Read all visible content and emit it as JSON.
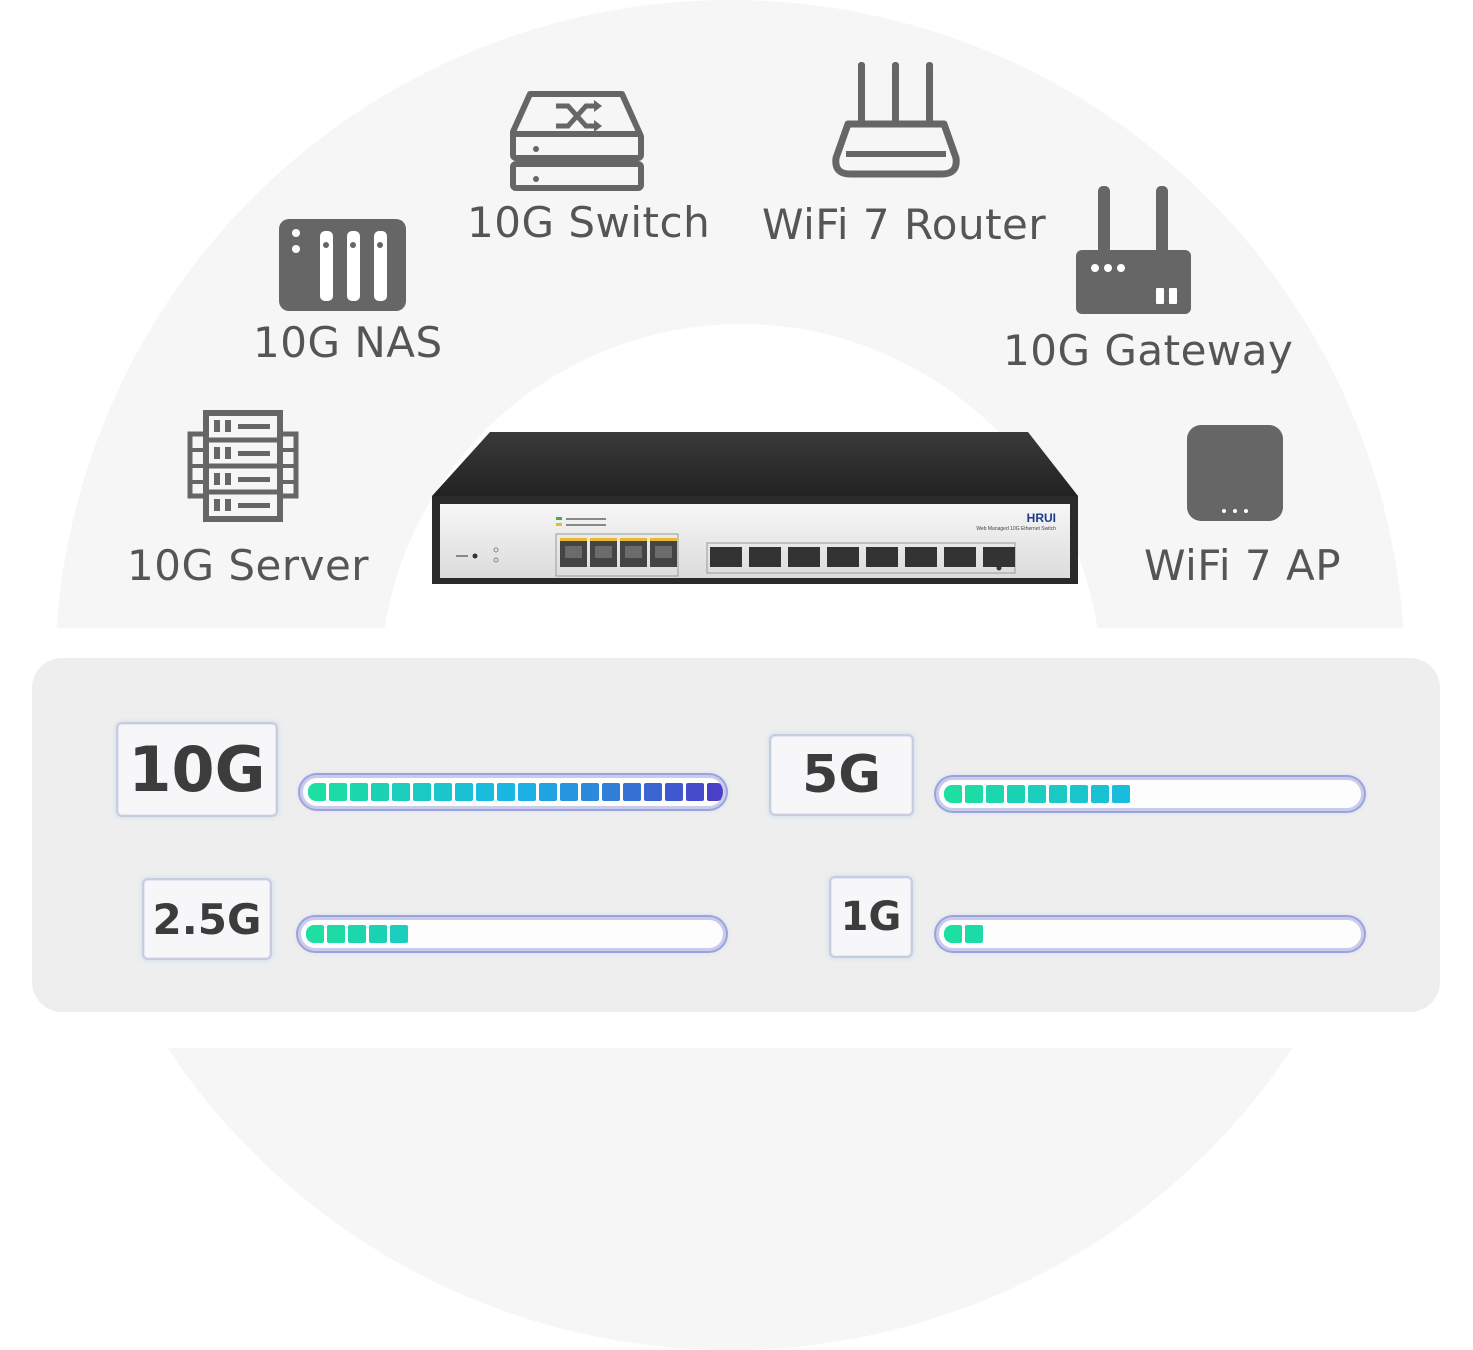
{
  "devices": {
    "switch": {
      "label": "10G Switch",
      "icon": "switch-icon"
    },
    "router": {
      "label": "WiFi 7 Router",
      "icon": "router-icon"
    },
    "nas": {
      "label": "10G NAS",
      "icon": "nas-icon"
    },
    "gateway": {
      "label": "10G Gateway",
      "icon": "gateway-icon"
    },
    "server": {
      "label": "10G Server",
      "icon": "server-icon"
    },
    "ap": {
      "label": "WiFi 7 AP",
      "icon": "access-point-icon"
    }
  },
  "product": {
    "brand": "HRUI",
    "model_text": "Web Managed 10G Ethernet Switch"
  },
  "speeds": [
    {
      "label": "10G",
      "level": 1.0,
      "segments": 20
    },
    {
      "label": "5G",
      "level": 0.45,
      "segments": 9
    },
    {
      "label": "2.5G",
      "level": 0.25,
      "segments": 5
    },
    {
      "label": "1G",
      "level": 0.1,
      "segments": 2
    }
  ],
  "colors": {
    "icon": "#666666",
    "gradient_start": "#1ddf9f",
    "gradient_mid": "#19b6e6",
    "gradient_end": "#4a3fc8"
  }
}
